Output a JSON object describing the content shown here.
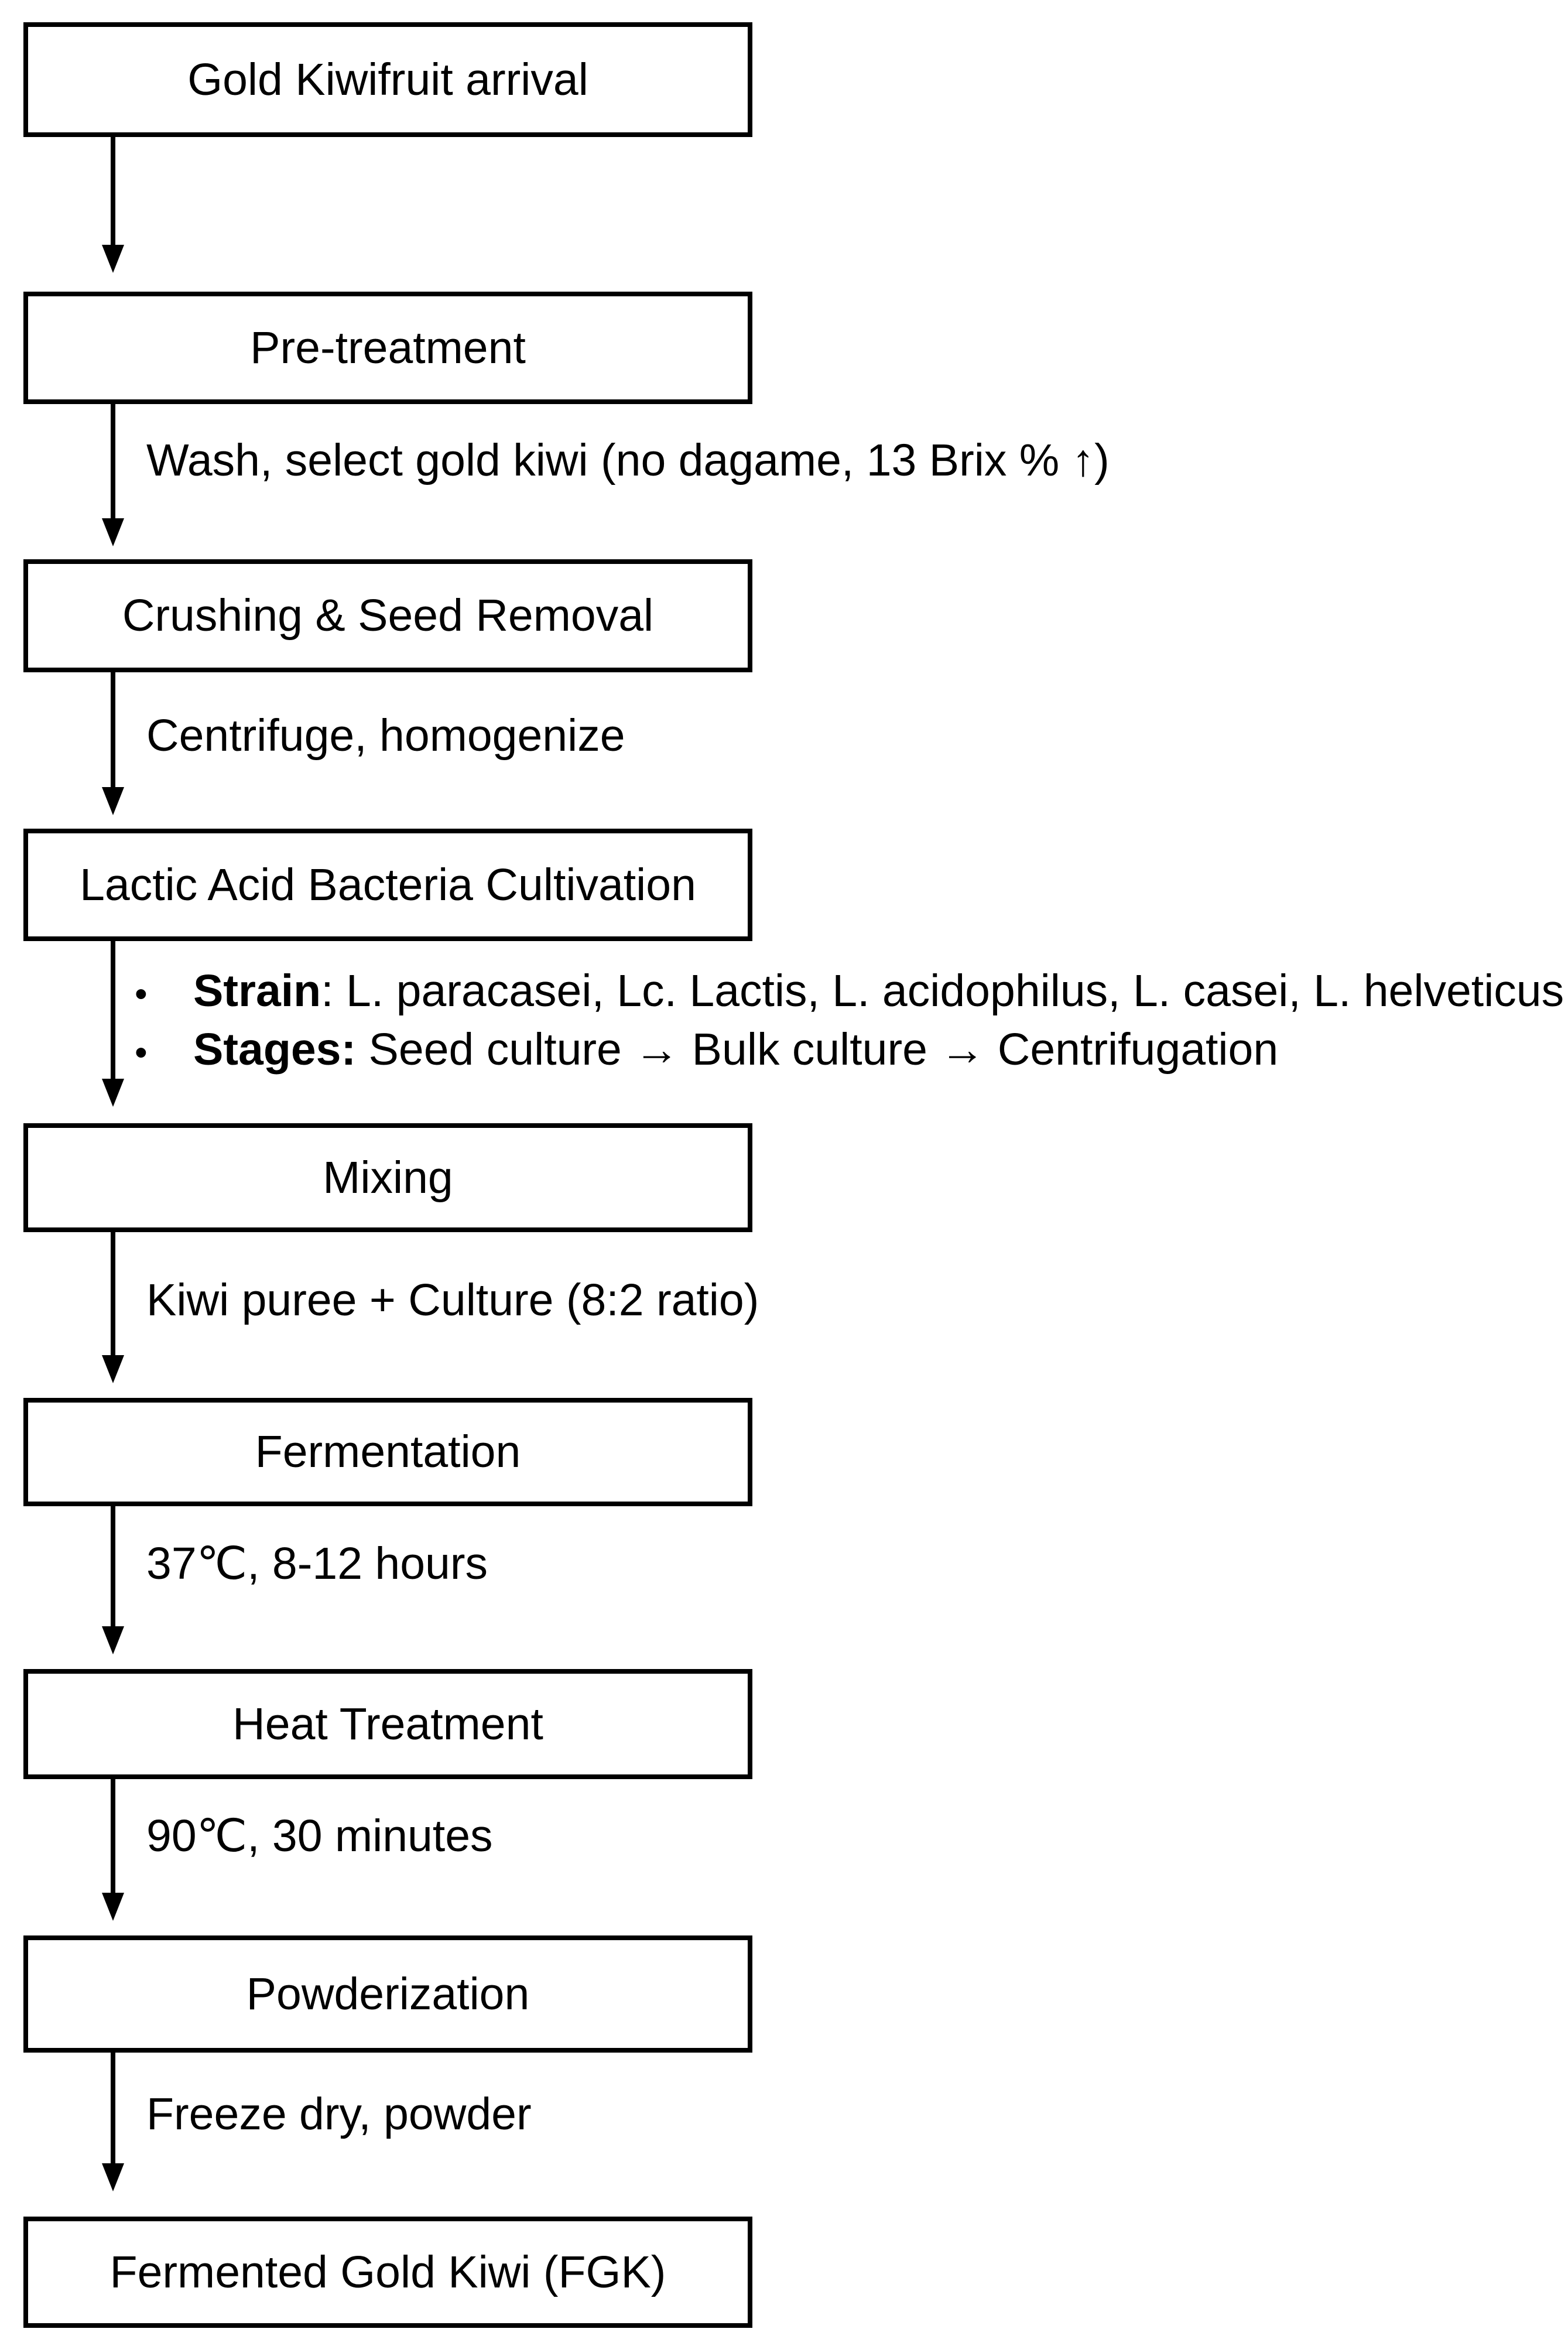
{
  "page": {
    "background": "#ffffff",
    "ink": "#000000"
  },
  "flowchart": {
    "boxes": [
      "Gold Kiwifruit arrival",
      "Pre-treatment",
      "Crushing & Seed Removal",
      "Lactic Acid Bacteria Cultivation",
      "Mixing",
      "Fermentation",
      "Heat Treatment",
      "Powderization",
      "Fermented Gold Kiwi (FGK)"
    ],
    "notes": [
      "Wash, select gold kiwi (no dagame, 13 Brix % ↑)",
      "Centrifuge, homogenize",
      "Kiwi puree + Culture (8:2 ratio)",
      "37℃, 8-12 hours",
      "90℃, 30 minutes",
      "Freeze dry, powder"
    ],
    "bullets": [
      {
        "marker": "•",
        "lead": "Strain",
        "rest": ": L. paracasei, Lc. Lactis, L. acidophilus, L. casei, L. helveticus"
      },
      {
        "marker": "•",
        "lead": "Stages:",
        "rest": " Seed culture → Bulk culture → Centrifugation"
      }
    ]
  }
}
